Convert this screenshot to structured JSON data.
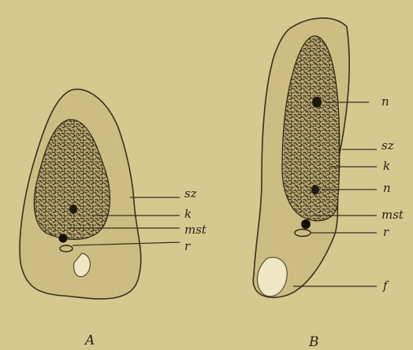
{
  "figure_a": {
    "caption": "A",
    "labels": {
      "sz": "sz",
      "k": "k",
      "mst": "mst",
      "r": "r"
    }
  },
  "figure_b": {
    "caption": "B",
    "labels": {
      "n_top": "n",
      "sz": "sz",
      "k": "k",
      "n_bottom": "n",
      "mst": "mst",
      "r": "r",
      "f": "f"
    }
  },
  "colors": {
    "paper": "#d7c88f",
    "cell_body": "#cdbd82",
    "outline": "#3a2f1e",
    "nucleus_stipple": "#2d2416",
    "leader_lines": "#3a2f1e"
  }
}
